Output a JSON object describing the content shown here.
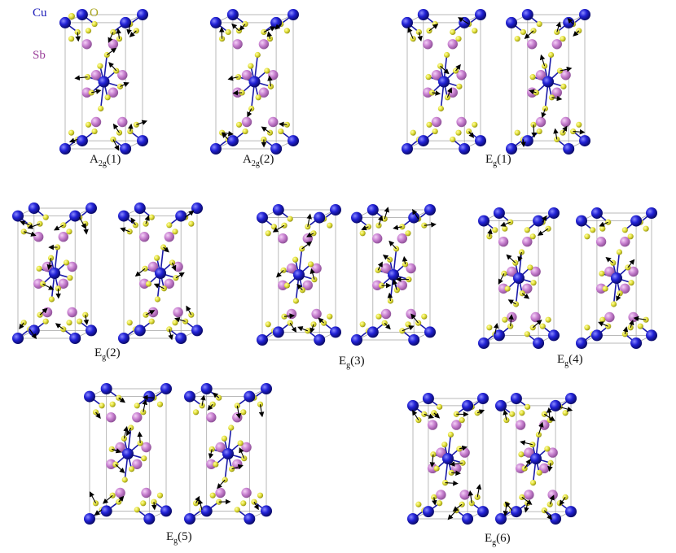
{
  "legend": {
    "cu": {
      "label": "Cu",
      "color": "#1a1ab8"
    },
    "o": {
      "label": "O",
      "color": "#c8c41e"
    },
    "sb": {
      "label": "Sb",
      "color": "#9a3f9a"
    }
  },
  "colors": {
    "cu_atom": "#1f1fc9",
    "cu_bond": "#1a1aa8",
    "o_atom": "#e3e23a",
    "sb_atom": "#c77fcf",
    "cell_edge": "#a9a9a9",
    "arrow": "#000000"
  },
  "modes": [
    {
      "id": "A2g1",
      "sym": "A",
      "sub": "2g",
      "idx": "(1)",
      "cells": 1
    },
    {
      "id": "A2g2",
      "sym": "A",
      "sub": "2g",
      "idx": "(2)",
      "cells": 1
    },
    {
      "id": "Eg1",
      "sym": "E",
      "sub": "g",
      "idx": "(1)",
      "cells": 2
    },
    {
      "id": "Eg2",
      "sym": "E",
      "sub": "g",
      "idx": "(2)",
      "cells": 2
    },
    {
      "id": "Eg3",
      "sym": "E",
      "sub": "g",
      "idx": "(3)",
      "cells": 2
    },
    {
      "id": "Eg4",
      "sym": "E",
      "sub": "g",
      "idx": "(4)",
      "cells": 2
    },
    {
      "id": "Eg5",
      "sym": "E",
      "sub": "g",
      "idx": "(5)",
      "cells": 2
    },
    {
      "id": "Eg6",
      "sym": "E",
      "sub": "g",
      "idx": "(6)",
      "cells": 2
    }
  ]
}
